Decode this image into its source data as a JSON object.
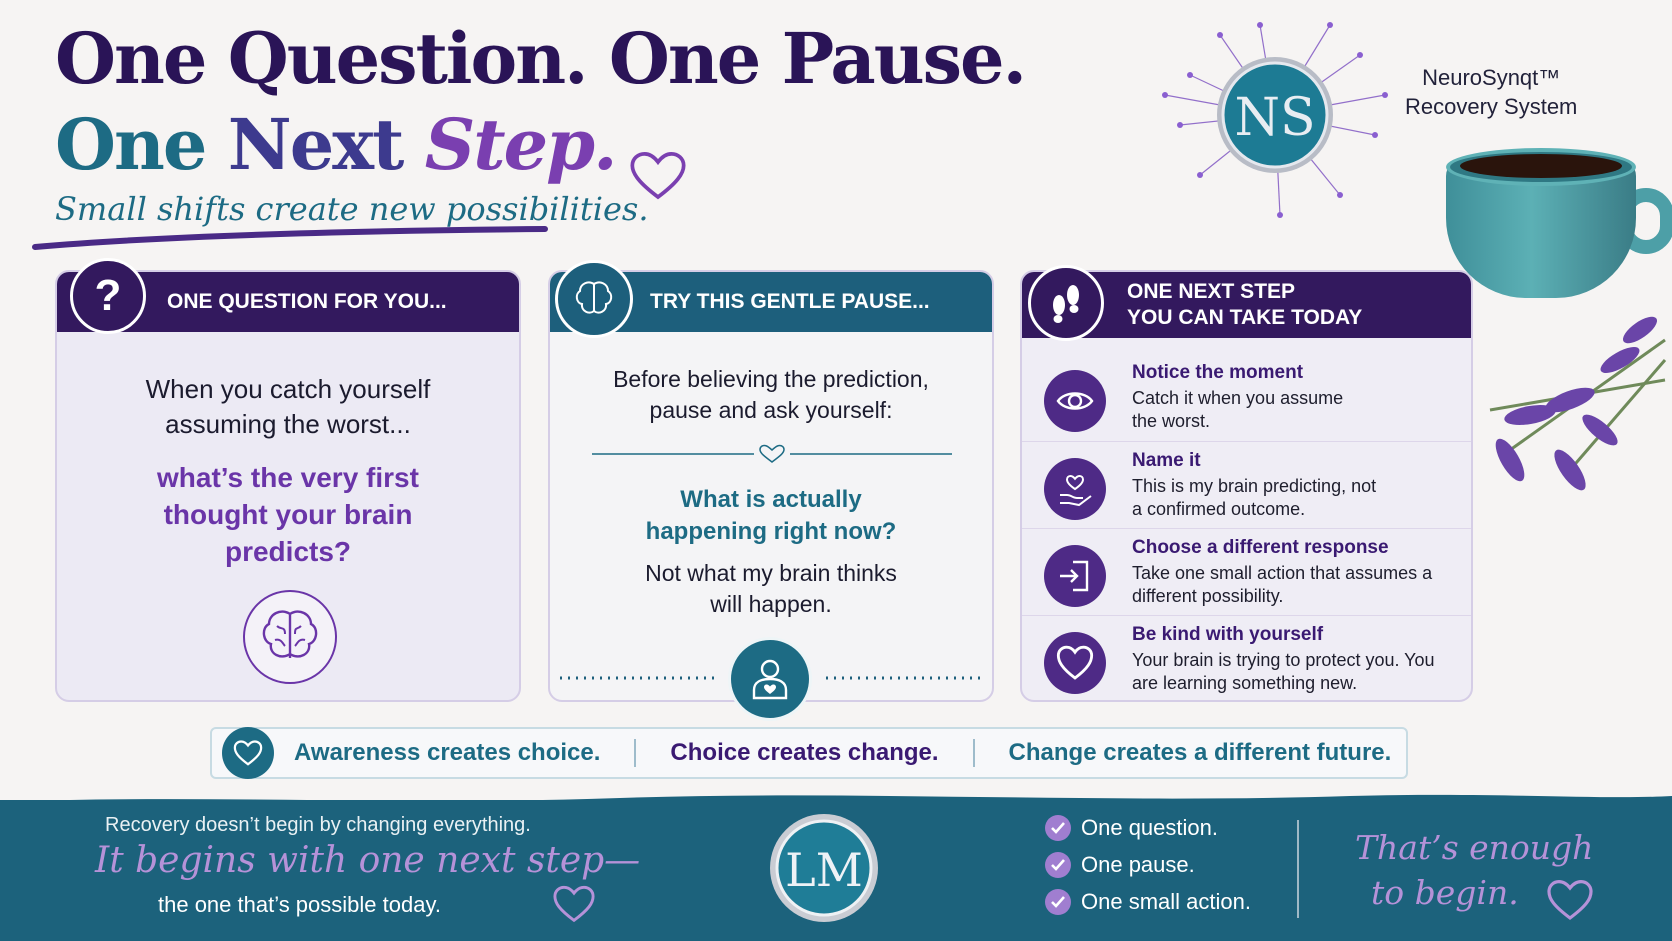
{
  "title": {
    "line1": "One Question. One Pause.",
    "line2_a": "One",
    "line2_b": "Next",
    "line2_c": "Step.",
    "subtitle": "Small shifts create new possibilities."
  },
  "brand": {
    "name_line1": "NeuroSynqt™",
    "name_line2": "Recovery System",
    "logo_letters": "NS"
  },
  "card_question": {
    "header": "ONE QUESTION FOR YOU...",
    "icon": "question-mark-icon",
    "intro": "When you catch yourself assuming the worst...",
    "question": "what’s the very first thought your brain predicts?",
    "bottom_icon": "brain-icon"
  },
  "card_pause": {
    "header": "TRY THIS GENTLE PAUSE...",
    "icon": "brain-icon",
    "intro": "Before believing the prediction, pause and ask yourself:",
    "question": "What is actually happening right now?",
    "note": "Not what my brain thinks will happen.",
    "bottom_icon": "person-heart-icon"
  },
  "card_steps": {
    "header_line1": "ONE NEXT STEP",
    "header_line2": "YOU CAN TAKE TODAY",
    "icon": "footprints-icon",
    "steps": [
      {
        "title": "Notice the moment",
        "desc": "Catch it when you assume the worst.",
        "icon": "eye-icon"
      },
      {
        "title": "Name it",
        "desc": "This is my brain predicting, not a confirmed outcome.",
        "icon": "hand-heart-icon"
      },
      {
        "title": "Choose a different response",
        "desc": "Take one small action that assumes a different possibility.",
        "icon": "door-arrow-icon"
      },
      {
        "title": "Be kind with yourself",
        "desc": "Your brain is trying to protect you. You are learning something new.",
        "icon": "heart-icon"
      }
    ]
  },
  "banner": {
    "icon": "heart-icon",
    "items": [
      "Awareness creates choice.",
      "Choice creates change.",
      "Change creates a different future."
    ]
  },
  "footer": {
    "line1": "Recovery doesn’t begin by changing everything.",
    "line2": "It begins with one next step—",
    "line3": "the one that’s possible today.",
    "logo_letters": "LM",
    "checklist": [
      "One question.",
      "One pause.",
      "One small action."
    ],
    "closing_line1": "That’s enough",
    "closing_line2": "to begin."
  },
  "colors": {
    "purple_dark": "#33195e",
    "purple_accent": "#6a35a8",
    "teal": "#1d6b84",
    "footer_bg": "#1c627c",
    "lavender_script": "#b592d8"
  }
}
